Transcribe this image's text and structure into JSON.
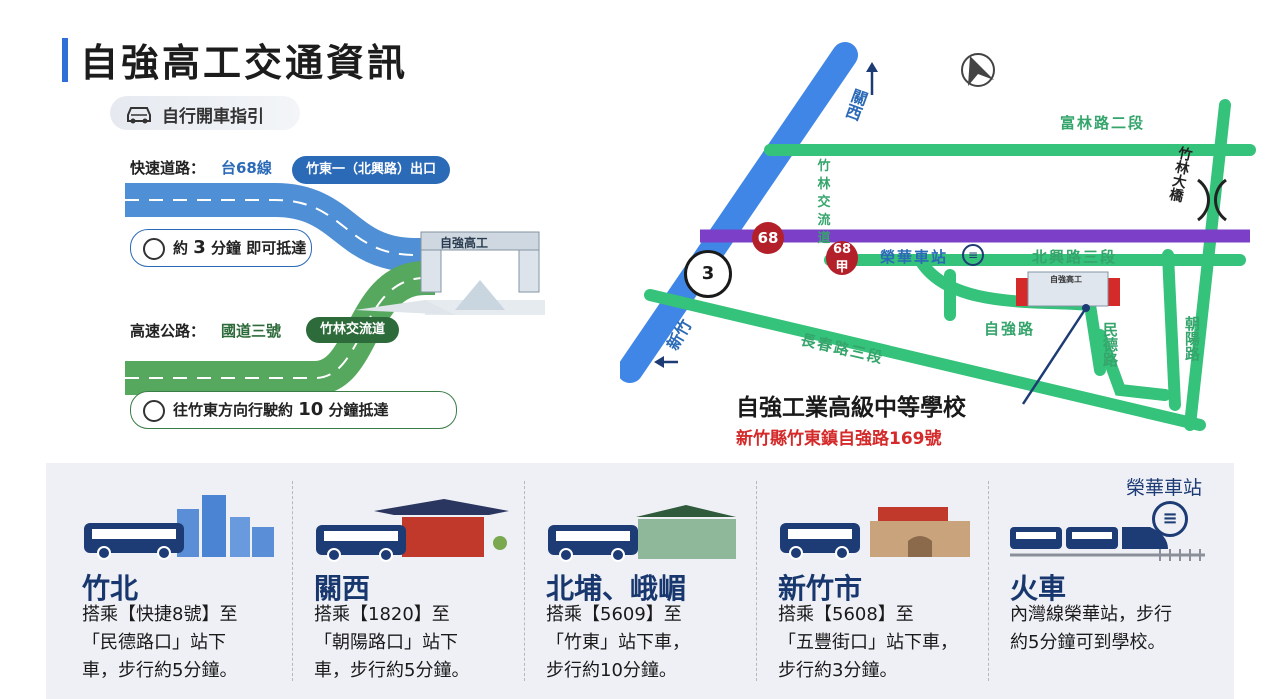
{
  "title": "自強高工交通資訊",
  "guide": {
    "label": "自行開車指引",
    "expressway_label": "快速道路：",
    "expressway_route": "台68線",
    "expressway_exit": "竹東一（北興路）出口",
    "expressway_time_pre": "約",
    "expressway_time_num": "3",
    "expressway_time_post": "分鐘 即可抵達",
    "freeway_label": "高速公路：",
    "freeway_route": "國道三號",
    "freeway_exit": "竹林交流道",
    "freeway_time_pre": "往竹東方向行駛約",
    "freeway_time_num": "10",
    "freeway_time_post": "分鐘抵達",
    "gate_sign": "自強高工"
  },
  "map": {
    "guanxi": "關西",
    "xinzhu": "新竹",
    "fulin": "富林路二段",
    "zhulin_bridge": "竹林大橋",
    "zhulin_ic": "竹林交流道",
    "hwy68": "68",
    "hwy68a": "68",
    "hwy68a_sub": "甲",
    "hwy3": "3",
    "ronghua": "榮華車站",
    "beixing": "北興路三段",
    "ziqiang_rd": "自強路",
    "changchun": "長春路三段",
    "minde": "民德路",
    "chaoyang": "朝陽路",
    "school_sign": "自強高工",
    "school_name": "自強工業高級中等學校",
    "school_addr": "新竹縣竹東鎮自強路169號"
  },
  "transit": {
    "ronghua_label": "榮華車站",
    "items": [
      {
        "name": "竹北",
        "lines": [
          "搭乘【快捷8號】至",
          "「民德路口」站下",
          "車，步行約5分鐘。"
        ]
      },
      {
        "name": "關西",
        "lines": [
          "搭乘【1820】至",
          "「朝陽路口」站下",
          "車，步行約5分鐘。"
        ]
      },
      {
        "name": "北埔、峨嵋",
        "lines": [
          "搭乘【5609】至",
          "「竹東」站下車，",
          "步行約10分鐘。"
        ]
      },
      {
        "name": "新竹市",
        "lines": [
          "搭乘【5608】至",
          "「五豐街口」站下車，",
          "步行約3分鐘。"
        ]
      },
      {
        "name": "火車",
        "lines": [
          "內灣線榮華站，步行",
          "約5分鐘可到學校。"
        ]
      }
    ]
  },
  "colors": {
    "accent_blue": "#2f6fd6",
    "road_green": "#35c27a",
    "road_purple": "#7b3fc8",
    "river_blue": "#3f86e6",
    "highway_red": "#b3202a",
    "bus_navy": "#1d3b74",
    "address_red": "#d42a2a"
  }
}
